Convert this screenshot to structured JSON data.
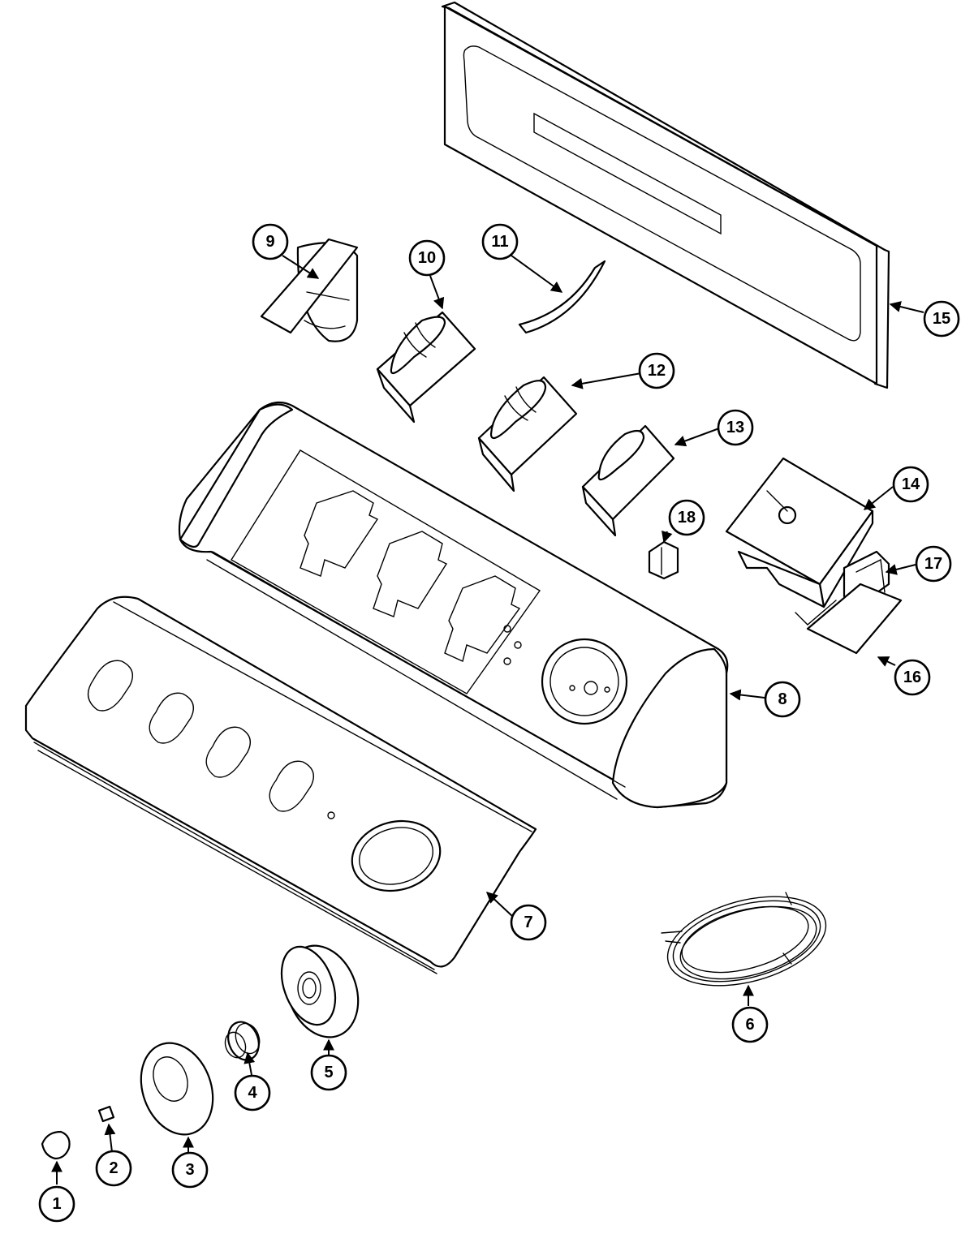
{
  "callouts": [
    {
      "id": "1",
      "label": "1"
    },
    {
      "id": "2",
      "label": "2"
    },
    {
      "id": "3",
      "label": "3"
    },
    {
      "id": "4",
      "label": "4"
    },
    {
      "id": "5",
      "label": "5"
    },
    {
      "id": "6",
      "label": "6"
    },
    {
      "id": "7",
      "label": "7"
    },
    {
      "id": "8",
      "label": "8"
    },
    {
      "id": "9",
      "label": "9"
    },
    {
      "id": "10",
      "label": "10"
    },
    {
      "id": "11",
      "label": "11"
    },
    {
      "id": "12",
      "label": "12"
    },
    {
      "id": "13",
      "label": "13"
    },
    {
      "id": "14",
      "label": "14"
    },
    {
      "id": "15",
      "label": "15"
    },
    {
      "id": "16",
      "label": "16"
    },
    {
      "id": "17",
      "label": "17"
    },
    {
      "id": "18",
      "label": "18"
    }
  ],
  "colors": {
    "line": "#000000",
    "background": "#ffffff"
  }
}
